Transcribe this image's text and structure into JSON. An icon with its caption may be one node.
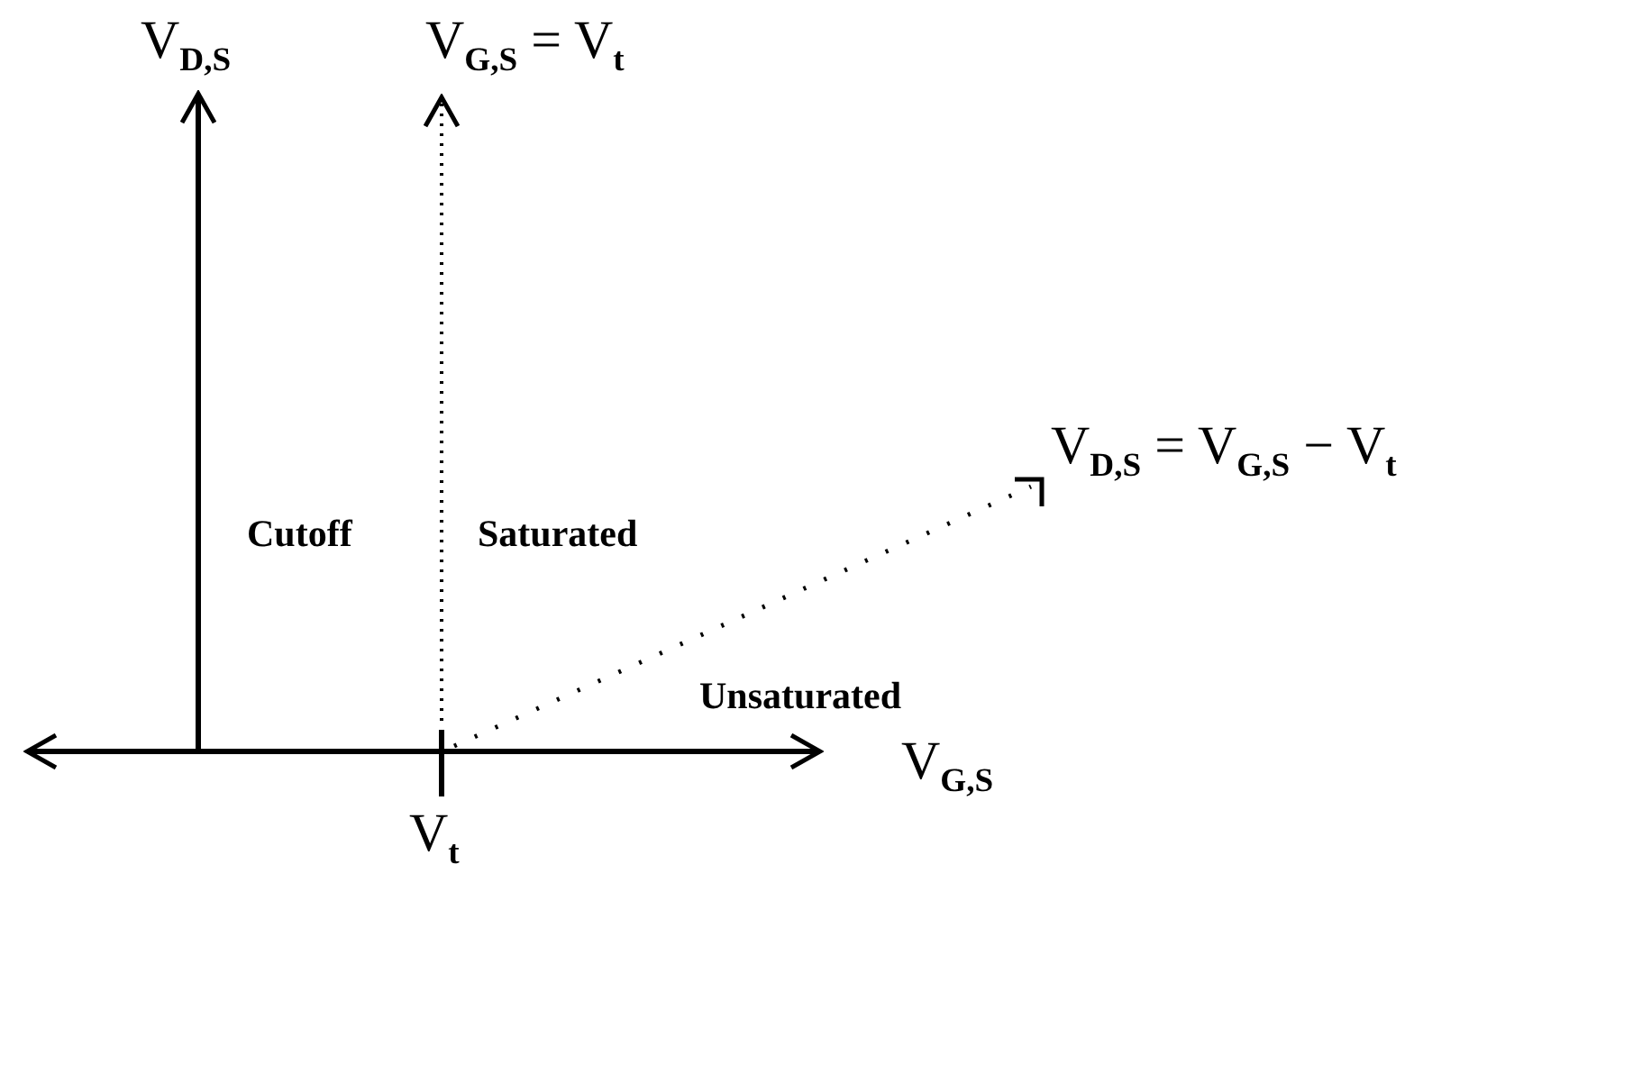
{
  "diagram": {
    "labels": [
      "V$_{D,S}$",
      "V$_{G,S}$ = V$_{t}$",
      "V$_{D,S}$ = V$_{G,S}$ − V$_{t}$",
      "Cutoff",
      "Saturated",
      "Unsaturated",
      "V$_{G,S}$",
      "V$_{t}$"
    ]
  }
}
